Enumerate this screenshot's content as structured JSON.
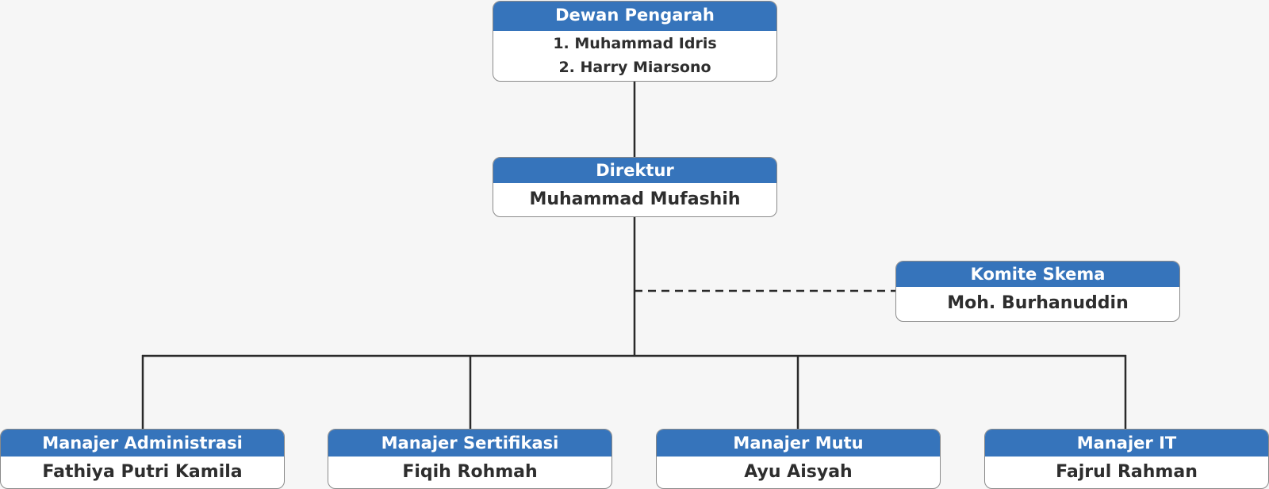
{
  "dewan_pengarah": {
    "title": "Dewan Pengarah",
    "members": [
      "1. Muhammad Idris",
      "2. Harry Miarsono"
    ]
  },
  "direktur": {
    "title": "Direktur",
    "name": "Muhammad Mufashih"
  },
  "komite_skema": {
    "title": "Komite Skema",
    "name": "Moh. Burhanuddin"
  },
  "managers": [
    {
      "title": "Manajer Administrasi",
      "name": "Fathiya Putri Kamila"
    },
    {
      "title": "Manajer Sertifikasi",
      "name": "Fiqih Rohmah"
    },
    {
      "title": "Manajer Mutu",
      "name": "Ayu Aisyah"
    },
    {
      "title": "Manajer IT",
      "name": "Fajrul Rahman"
    }
  ],
  "colors": {
    "header_blue": "#3674bb",
    "line": "#2a2a2a",
    "background": "#f6f6f6"
  }
}
